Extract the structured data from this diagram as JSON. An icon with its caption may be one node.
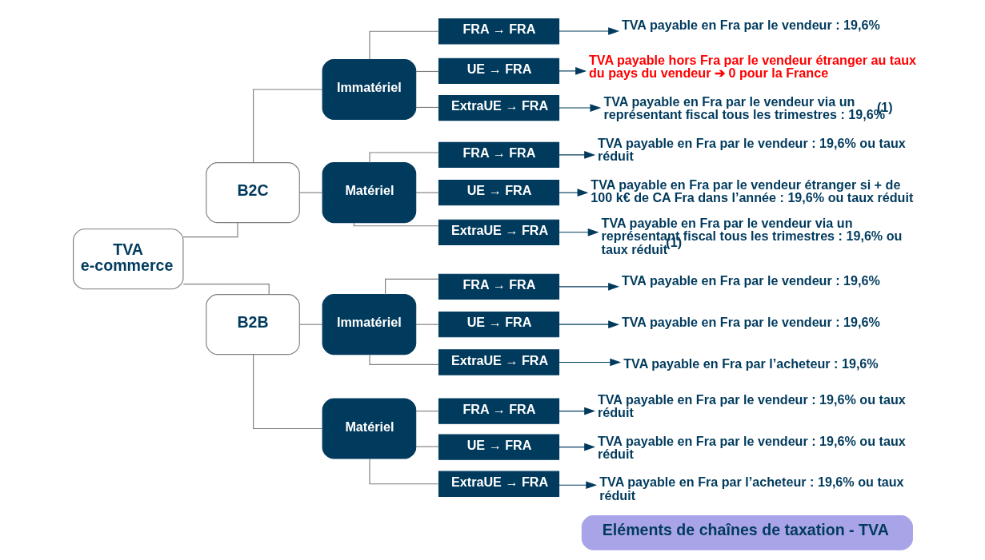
{
  "diagram": {
    "nodes": [
      {
        "text": [
          "Eléments de chaînes de taxation - TVA"
        ]
      },
      {
        "text": [
          "TVA e-commerce"
        ]
      },
      {
        "text": [
          "B2C"
        ]
      },
      {
        "text": [
          "Immatériel"
        ]
      },
      {
        "text": [
          "FRA → FRA"
        ]
      },
      {
        "text": [
          "UE → FRA"
        ]
      },
      {
        "text": [
          "ExtraUE → FRA"
        ]
      },
      {
        "text": [
          "Matériel"
        ]
      },
      {
        "text": [
          "FRA → FRA"
        ]
      },
      {
        "text": [
          "UE → FRA"
        ]
      },
      {
        "text": [
          "ExtraUE → FRA"
        ]
      },
      {
        "text": [
          "B2B"
        ]
      },
      {
        "text": [
          "Immatériel"
        ]
      },
      {
        "text": [
          "FRA → FRA"
        ]
      },
      {
        "text": [
          "UE → FRA"
        ]
      },
      {
        "text": [
          "ExtraUE → FRA"
        ]
      },
      {
        "text": [
          "Matériel"
        ]
      },
      {
        "text": [
          "FRA → FRA"
        ]
      },
      {
        "text": [
          "UE → FRA"
        ]
      },
      {
        "text": [
          "ExtraUE → FRA"
        ]
      },
      {
        "text": [
          "TVA payable en Fra par le vendeur : 19,6%"
        ]
      },
      {
        "text": [
          "TVA payable hors Fra par le vendeur étranger au taux du pays du vendeur ➔ 0 pour la France"
        ]
      },
      {
        "text": [
          "TVA payable en Fra par le vendeur via un représentant fiscal tous les trimestres : 19,6%$^{(1)}$"
        ]
      },
      {
        "text": [
          "TVA payable en Fra par le vendeur : 19,6% ou taux réduit"
        ]
      },
      {
        "text": [
          "TVA payable en Fra par le vendeur étranger si + de 100 k€ de CA Fra dans l’année : 19,6% ou taux réduit"
        ]
      },
      {
        "text": [
          "TVA payable en Fra par le vendeur via un représentant fiscal tous les trimestres : 19,6% ou taux réduit$^{(1)}$"
        ]
      },
      {
        "text": [
          "TVA payable en Fra par le vendeur : 19,6%"
        ]
      },
      {
        "text": [
          "TVA payable en Fra par le vendeur : 19,6%"
        ]
      },
      {
        "text": [
          "TVA payable en Fra par l’acheteur : 19,6%"
        ]
      },
      {
        "text": [
          "TVA payable en Fra par le vendeur : 19,6% ou taux réduit"
        ]
      },
      {
        "text": [
          "TVA payable en Fra par le vendeur : 19,6% ou taux réduit"
        ]
      },
      {
        "text": [
          "TVA payable en Fra par l’acheteur : 19,6% ou taux réduit"
        ]
      }
    ],
    "edges": [
      {
        "from": 1,
        "to": 2,
        "arrow": "none"
      },
      {
        "from": 1,
        "to": 11,
        "arrow": "none"
      },
      {
        "from": 2,
        "to": 3,
        "arrow": "none"
      },
      {
        "from": 2,
        "to": 7,
        "arrow": "none"
      },
      {
        "from": 3,
        "to": 4,
        "arrow": "none"
      },
      {
        "from": 3,
        "to": 5,
        "arrow": "none"
      },
      {
        "from": 3,
        "to": 6,
        "arrow": "none"
      },
      {
        "from": 7,
        "to": 8,
        "arrow": "none"
      },
      {
        "from": 7,
        "to": 9,
        "arrow": "none"
      },
      {
        "from": 7,
        "to": 10,
        "arrow": "none"
      },
      {
        "from": 11,
        "to": 12,
        "arrow": "none"
      },
      {
        "from": 11,
        "to": 16,
        "arrow": "none"
      },
      {
        "from": 12,
        "to": 13,
        "arrow": "none"
      },
      {
        "from": 12,
        "to": 14,
        "arrow": "none"
      },
      {
        "from": 12,
        "to": 15,
        "arrow": "none"
      },
      {
        "from": 16,
        "to": 17,
        "arrow": "none"
      },
      {
        "from": 16,
        "to": 18,
        "arrow": "none"
      },
      {
        "from": 16,
        "to": 19,
        "arrow": "none"
      },
      {
        "from": 4,
        "to": 20,
        "arrow": "to",
        "color": "#003a5d"
      },
      {
        "from": 5,
        "to": 21,
        "arrow": "to",
        "color": "#003a5d"
      },
      {
        "from": 6,
        "to": 22,
        "arrow": "to",
        "color": "#003a5d"
      },
      {
        "from": 8,
        "to": 23,
        "arrow": "to",
        "color": "#003a5d"
      },
      {
        "from": 9,
        "to": 24,
        "arrow": "to",
        "color": "#003a5d"
      },
      {
        "from": 10,
        "to": 25,
        "arrow": "to",
        "color": "#003a5d"
      },
      {
        "from": 13,
        "to": 26,
        "arrow": "to",
        "color": "#003a5d"
      },
      {
        "from": 14,
        "to": 27,
        "arrow": "to",
        "color": "#003a5d"
      },
      {
        "from": 15,
        "to": 28,
        "arrow": "to",
        "color": "#003a5d"
      },
      {
        "from": 17,
        "to": 29,
        "arrow": "to",
        "color": "#003a5d"
      },
      {
        "from": 18,
        "to": 30,
        "arrow": "to",
        "color": "#003a5d"
      },
      {
        "from": 19,
        "to": 31,
        "arrow": "to",
        "color": "#003a5d"
      }
    ]
  }
}
